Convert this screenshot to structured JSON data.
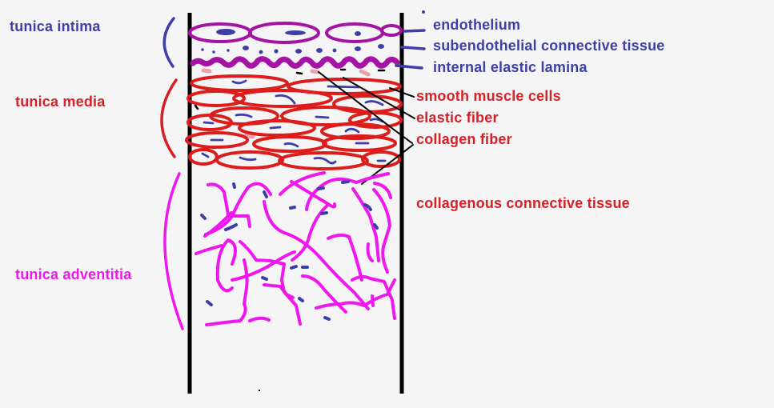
{
  "layers": {
    "intima": {
      "label": "tunica intima",
      "color": "#3d3fa8"
    },
    "media": {
      "label": "tunica media",
      "color": "#d71f26"
    },
    "adventitia": {
      "label": "tunica adventitia",
      "color": "#ee18ee"
    }
  },
  "structures": {
    "endothelium": "endothelium",
    "subendothelial": "subendothelial connective tissue",
    "internal_elastic_lamina": "internal elastic lamina",
    "smooth_muscle": "smooth muscle cells",
    "elastic_fiber": "elastic fiber",
    "collagen_fiber": "collagen fiber",
    "collagenous_ct": "collagenous connective tissue"
  },
  "colors": {
    "wall_line": "#000000",
    "endothelium": "#a513a5",
    "nucleus": "#3d3fa8",
    "muscle": "#dd1c1c",
    "elastic_pink": "#eba0b0",
    "collagen": "#ee18ee",
    "background": "#f6f5f5"
  }
}
